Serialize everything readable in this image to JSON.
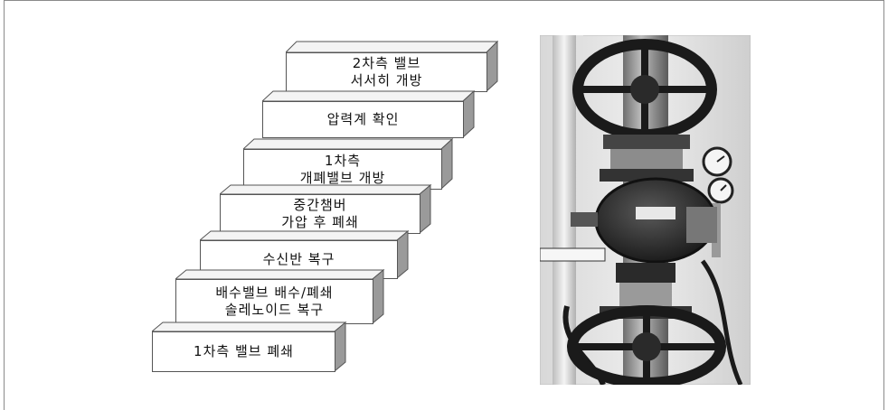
{
  "steps": [
    {
      "label": "2차측 밸브\n서서히 개방"
    },
    {
      "label": "압력계 확인"
    },
    {
      "label": "1차측\n개폐밸브 개방"
    },
    {
      "label": "중간챔버\n가압 후 폐쇄"
    },
    {
      "label": "수신반 복구"
    },
    {
      "label": "배수밸브 배수/폐쇄\n솔레노이드 복구"
    },
    {
      "label": "1차측 밸브 폐쇄"
    }
  ],
  "photo": {
    "description_icon": "valve-photo"
  },
  "colors": {
    "front": "#ffffff",
    "top": "#f2f2f2",
    "side": "#9a9a9a",
    "outline": "#555555"
  }
}
